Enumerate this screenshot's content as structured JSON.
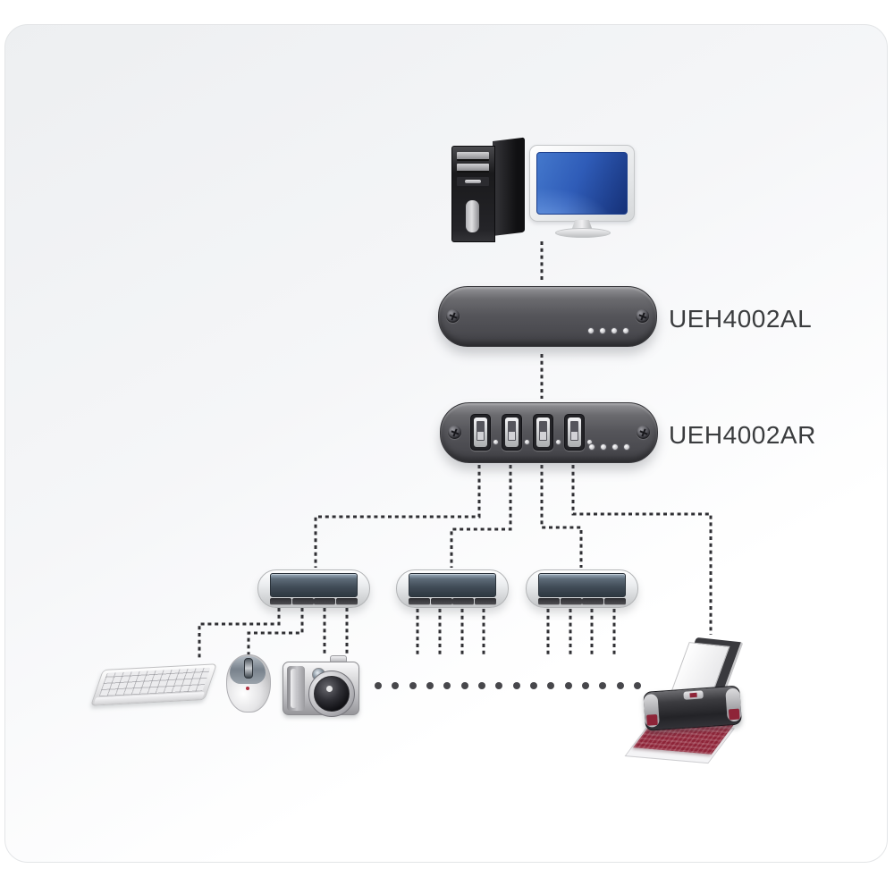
{
  "labels": {
    "local_unit": "UEH4002AL",
    "remote_unit": "UEH4002AR"
  },
  "devices": {
    "source_computer": "desktop-computer-with-monitor",
    "hub_count": 3,
    "hub_port_count": 4,
    "remote_usb_port_count": 4,
    "status_led_count": 4,
    "peripherals": [
      "keyboard",
      "mouse",
      "digital-camera",
      "printer"
    ]
  },
  "ellipsis": {
    "dot_count": 16
  },
  "colors": {
    "cable": "#2f2f33",
    "extender_body": "#55555a",
    "hub_screen": "#414c57",
    "monitor_screen_blue": "#2f5cb8",
    "printer_accent_red": "#8e2438",
    "panel_background": "#f0f1f3"
  }
}
